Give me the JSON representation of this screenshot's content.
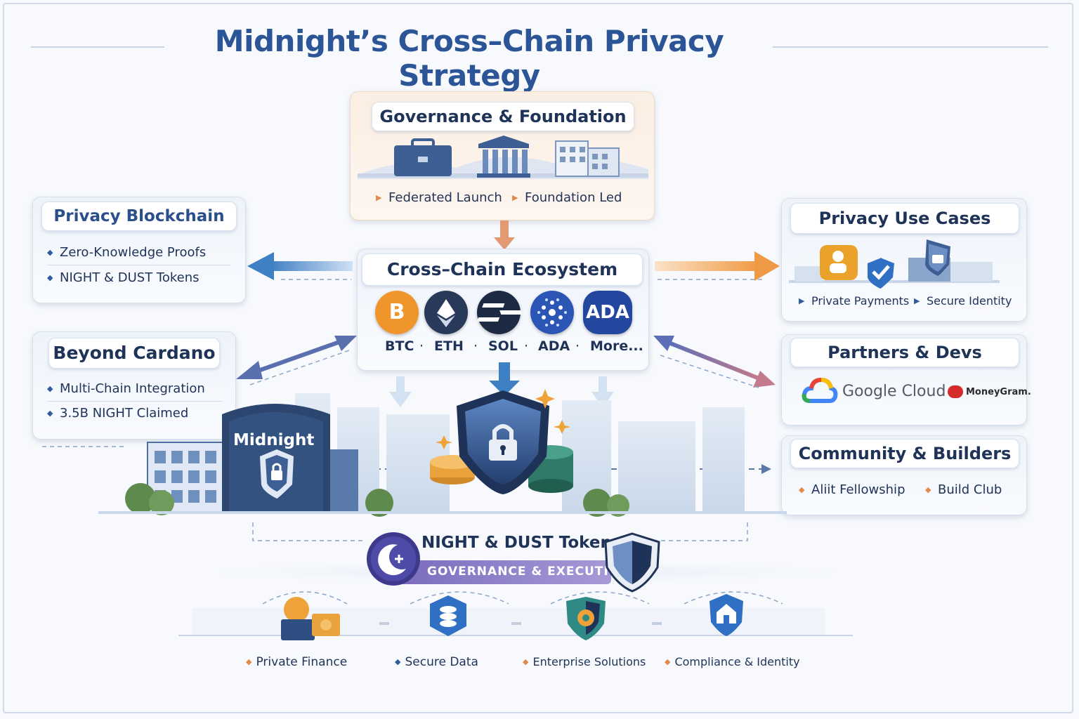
{
  "title": "Midnight’s Cross–Chain Privacy Strategy",
  "governance": {
    "heading": "Governance & Foundation",
    "items": [
      "Federated Launch",
      "Foundation Led"
    ]
  },
  "privacy_blockchain": {
    "heading": "Privacy Blockchain",
    "items": [
      "Zero-Knowledge Proofs",
      "NIGHT & DUST Tokens"
    ]
  },
  "beyond_cardano": {
    "heading": "Beyond Cardano",
    "items": [
      "Multi-Chain Integration",
      "3.5B NIGHT Claimed"
    ]
  },
  "ecosystem": {
    "heading": "Cross–Chain Ecosystem",
    "coins": [
      {
        "label": "BTC",
        "glyph": "B",
        "color": "#f0952b",
        "icon": "bitcoin-icon"
      },
      {
        "label": "ETH",
        "glyph": "",
        "color": "#29395a",
        "icon": "ethereum-icon"
      },
      {
        "label": "SOL",
        "glyph": "",
        "color": "#1d2a44",
        "icon": "solana-icon"
      },
      {
        "label": "ADA",
        "glyph": "",
        "color": "#2b56b5",
        "icon": "cardano-icon"
      },
      {
        "label": "More...",
        "glyph": "ADA",
        "color": "#23479f",
        "icon": "ada-icon"
      }
    ]
  },
  "use_cases": {
    "heading": "Privacy Use Cases",
    "items": [
      "Private Payments",
      "Secure Identity"
    ]
  },
  "partners": {
    "heading": "Partners & Devs",
    "logos": [
      "Google Cloud",
      "MoneyGram."
    ]
  },
  "community": {
    "heading": "Community & Builders",
    "items": [
      "Aliit Fellowship",
      "Build Club"
    ]
  },
  "city": {
    "building_sign": "Midnight"
  },
  "tokens": {
    "heading": "NIGHT & DUST Tokens",
    "subheading": "GOVERNANCE & EXECUTION"
  },
  "bottom": {
    "items": [
      {
        "label": "Private Finance",
        "icon": "wallet-icon",
        "bullet_color": "#e08a4b"
      },
      {
        "label": "Secure Data",
        "icon": "database-shield-icon",
        "bullet_color": "#2f5c9b"
      },
      {
        "label": "Enterprise Solutions",
        "icon": "gear-shield-icon",
        "bullet_color": "#e08a4b"
      },
      {
        "label": "Compliance & Identity",
        "icon": "home-shield-icon",
        "bullet_color": "#e08a4b"
      }
    ]
  },
  "colors": {
    "title": "#2b5597",
    "navy": "#1f3358",
    "accent_orange": "#e9974a",
    "accent_blue": "#3f7fc4",
    "accent_purple": "#6a5fa8"
  }
}
